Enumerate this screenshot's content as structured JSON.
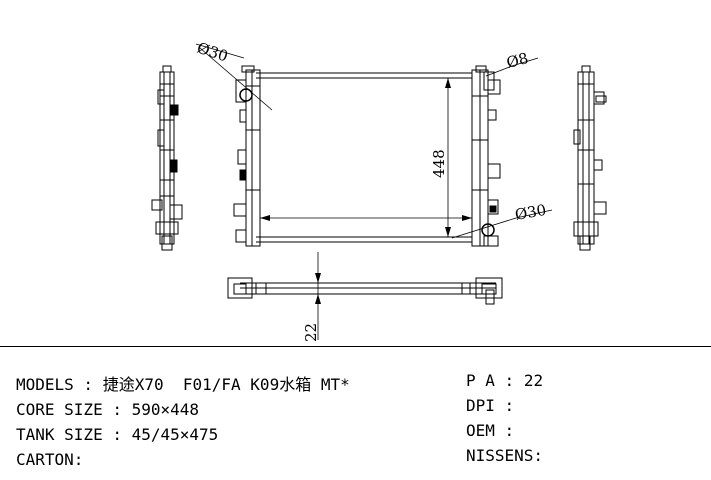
{
  "dimensions": {
    "inlet_dia": "Ø30",
    "small_dia": "Ø8",
    "outlet_dia": "Ø30",
    "core_height": "448",
    "tank_thickness": "22"
  },
  "specs": {
    "models_label": "MODELS",
    "models_value": "捷途X70  F01/FA K09水箱 MT*",
    "core_label": "CORE SIZE",
    "core_value": "590×448",
    "tank_label": "TANK SIZE",
    "tank_value": "45/45×475",
    "carton_label": "CARTON:",
    "pa_label": "P A",
    "pa_value": "22",
    "dpi_label": "DPI",
    "dpi_value": "",
    "oem_label": "OEM",
    "oem_value": "",
    "nissens_label": "NISSENS:"
  }
}
